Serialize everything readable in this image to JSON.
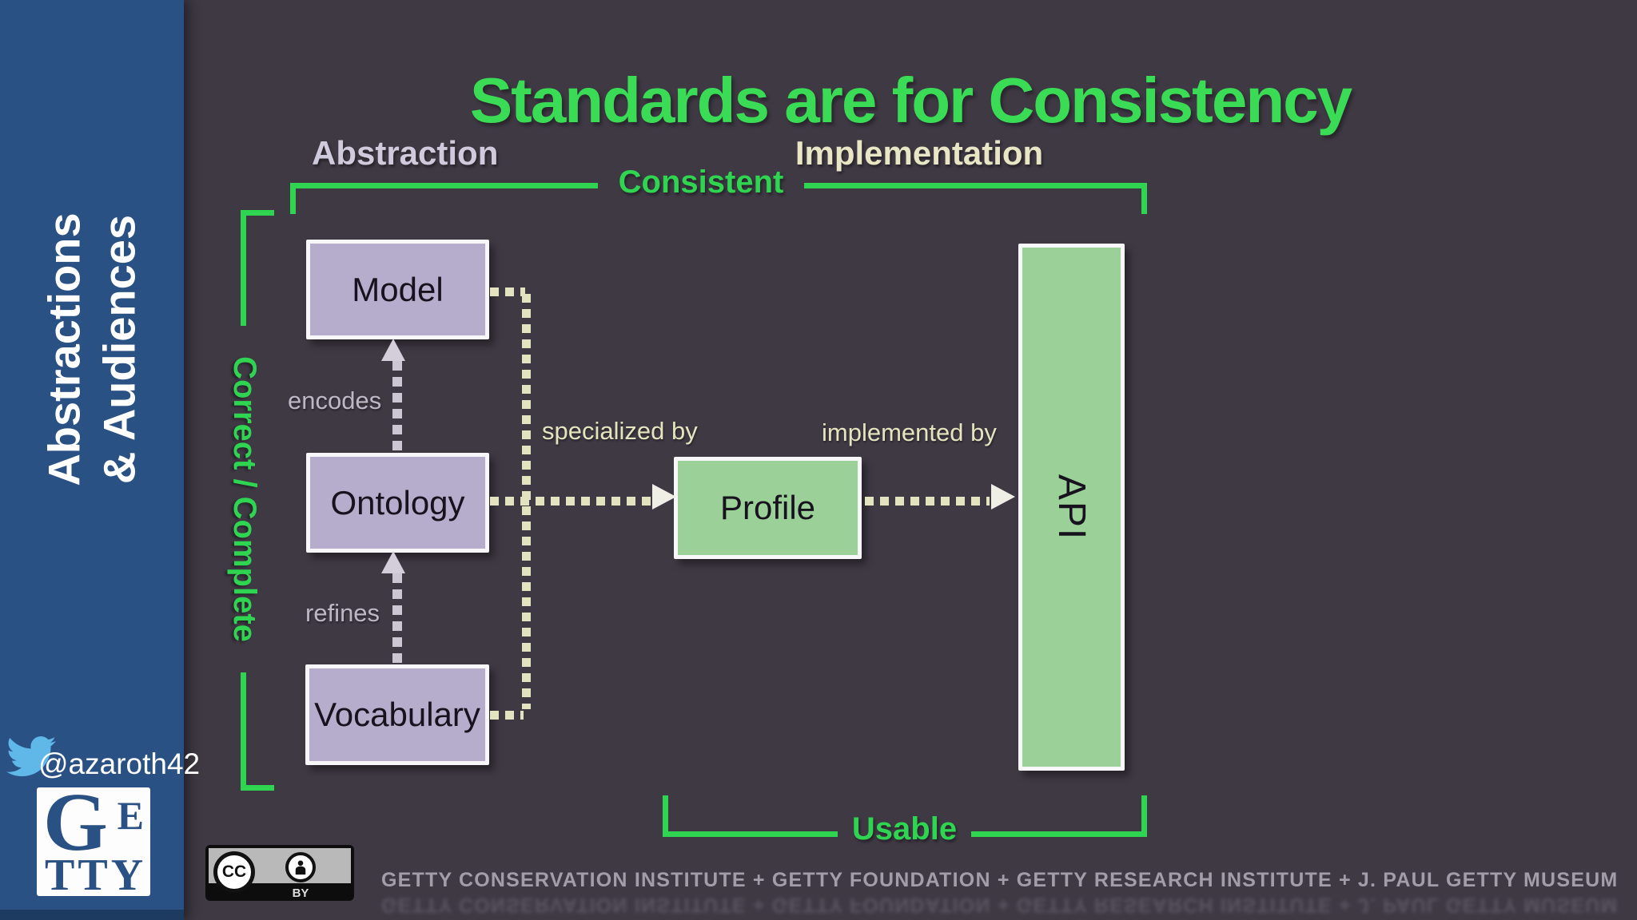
{
  "slide": {
    "title": "Standards are for Consistency",
    "column_headers": {
      "abstraction": "Abstraction",
      "implementation": "Implementation"
    },
    "brackets": {
      "top": "Consistent",
      "left": "Correct / Complete",
      "bottom": "Usable"
    },
    "boxes": {
      "model": "Model",
      "ontology": "Ontology",
      "vocabulary": "Vocabulary",
      "profile": "Profile",
      "api": "API"
    },
    "edge_labels": {
      "encodes": "encodes",
      "refines": "refines",
      "specialized_by": "specialized by",
      "implemented_by": "implemented by"
    }
  },
  "sidebar": {
    "deck_title_line1": "Abstractions",
    "deck_title_line2": "& Audiences",
    "twitter_handle": "@azaroth42",
    "logo": {
      "letter_g": "G",
      "letter_e": "E",
      "letters_tty": "TTY"
    }
  },
  "footer": {
    "license_badge": {
      "cc": "CC",
      "attribution": "BY"
    },
    "credits": "GETTY CONSERVATION INSTITUTE + GETTY FOUNDATION + GETTY RESEARCH INSTITUTE + J. PAUL GETTY MUSEUM"
  },
  "colors": {
    "accent_green": "#2fd551",
    "title_green": "#3adb55",
    "sidebar_blue": "#2a5183",
    "background": "#3f3944",
    "lavender_box": "#b5adcb",
    "green_box": "#9bd199",
    "cream": "#e4e3bf",
    "gray_arrow": "#cbc6d2"
  }
}
